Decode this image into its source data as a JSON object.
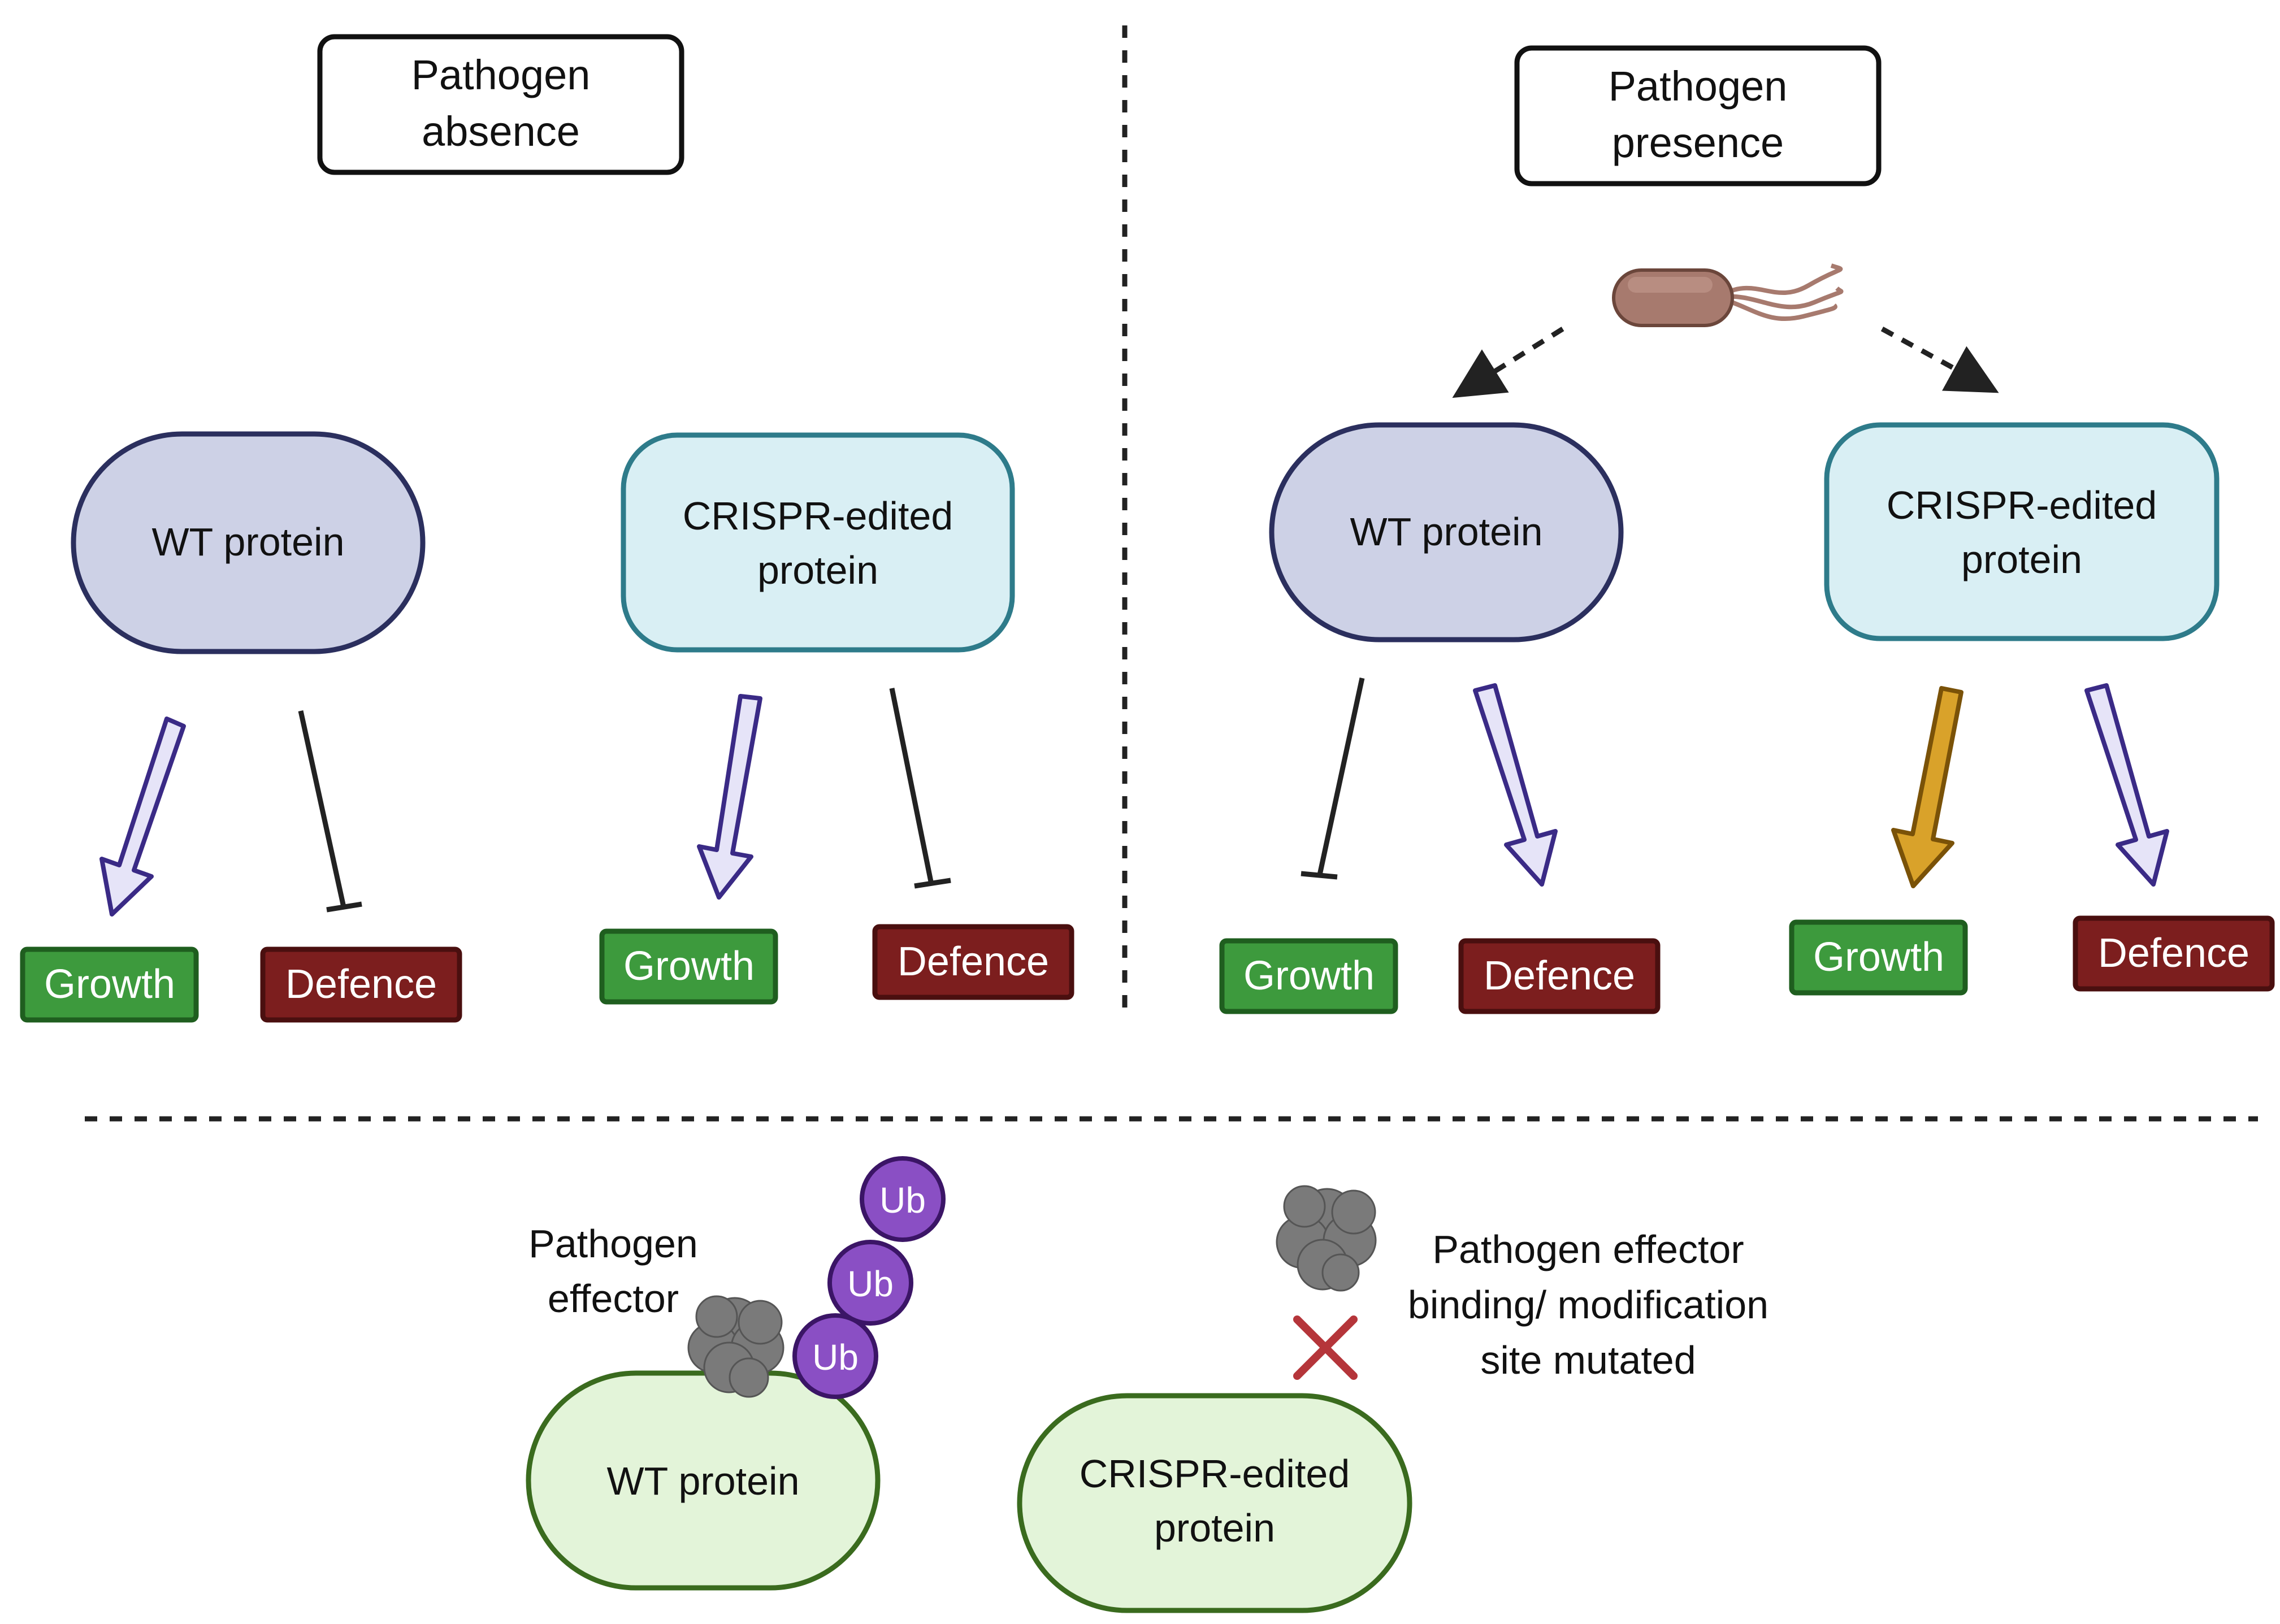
{
  "panels": {
    "absence_title": [
      "Pathogen",
      "absence"
    ],
    "presence_title": [
      "Pathogen",
      "presence"
    ]
  },
  "proteins": {
    "wt": "WT protein",
    "crispr": [
      "CRISPR-edited",
      "protein"
    ]
  },
  "outcomes": {
    "growth": "Growth",
    "defence": "Defence"
  },
  "bottom": {
    "effector_label": [
      "Pathogen",
      "effector"
    ],
    "ub": "Ub",
    "mutation_note": [
      "Pathogen effector",
      "binding/ modification",
      "site mutated"
    ]
  },
  "colors": {
    "wt_fill": "#cdd1e6",
    "wt_stroke": "#2b2f5e",
    "crispr_fill": "#d9eff4",
    "crispr_stroke": "#2e7b8a",
    "growth_fill": "#3d9a3d",
    "growth_stroke": "#1f5e1f",
    "defence_fill": "#7c1e1e",
    "defence_stroke": "#4a0f0f",
    "promote_arrow_fill": "#e6e4f8",
    "promote_arrow_stroke": "#3a2a86",
    "gold_arrow_fill": "#d9a22a",
    "gold_arrow_stroke": "#7a5208",
    "green_cell_fill": "#e3f4d9",
    "green_cell_stroke": "#3a6b1e",
    "ub_fill": "#8a4fc4",
    "ub_stroke": "#3b1566",
    "effector_fill": "#7a7a7a",
    "cross_color": "#b5353a",
    "bacterium_fill": "#a77a6e"
  }
}
